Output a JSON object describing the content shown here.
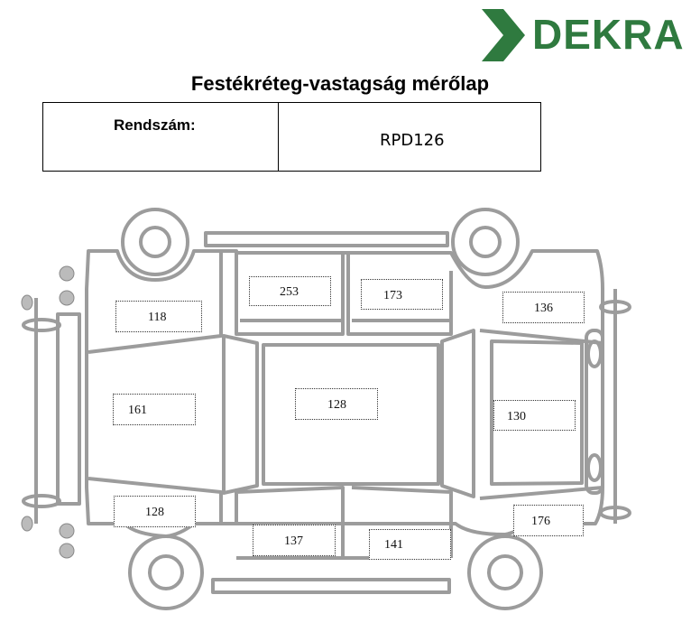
{
  "brand": {
    "logo_text": "DEKRA",
    "color": "#2f7a3f"
  },
  "form": {
    "title": "Festékréteg-vastagság mérőlap",
    "reg_label": "Rendszám:",
    "reg_value": "RPD126"
  },
  "measurements": {
    "roof_front_left": "253",
    "roof_front_right": "173",
    "hood_left": "118",
    "hood_right": "136",
    "left_front_door": "161",
    "roof_center": "128",
    "trunk": "130",
    "left_rear": "128",
    "right_rear": "176",
    "bottom_left": "137",
    "bottom_right": "141"
  }
}
